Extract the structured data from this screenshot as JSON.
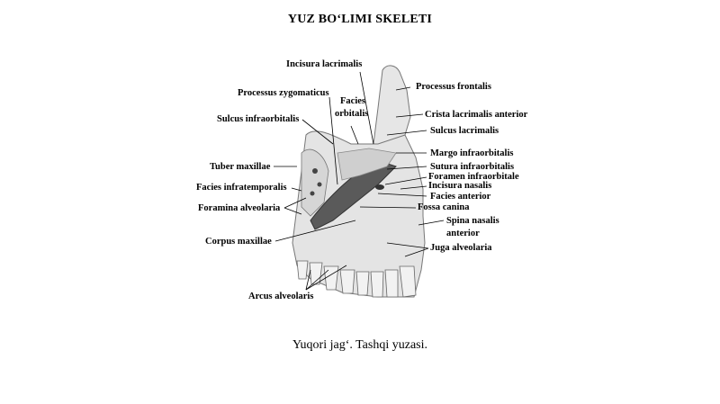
{
  "title": "YUZ BO‘LIMI SKELETI",
  "caption": "Yuqori jag‘. Tashqi yuzasi.",
  "labels": {
    "incisura_lacrimalis": "Incisura lacrimalis",
    "processus_frontalis": "Processus frontalis",
    "processus_zygomaticus": "Processus zygomaticus",
    "facies_orbitalis_1": "Facies",
    "facies_orbitalis_2": "orbitalis",
    "sulcus_infraorbitalis": "Sulcus infraorbitalis",
    "crista_lacrimalis_anterior": "Crista lacrimalis anterior",
    "sulcus_lacrimalis": "Sulcus lacrimalis",
    "margo_infraorbitalis": "Margo infraorbitalis",
    "tuber_maxillae": "Tuber maxillae",
    "sutura_infraorbitalis": "Sutura infraorbitalis",
    "foramen_infraorbitale": "Foramen infraorbitale",
    "facies_infratemporalis": "Facies infratemporalis",
    "incisura_nasalis": "Incisura nasalis",
    "facies_anterior": "Facies anterior",
    "foramina_alveolaria": "Foramina alveolaria",
    "fossa_canina": "Fossa canina",
    "spina_nasalis_1": "Spina nasalis",
    "spina_nasalis_2": "anterior",
    "corpus_maxillae": "Corpus maxillae",
    "juga_alveolaria": "Juga alveolaria",
    "arcus_alveolaris": "Arcus alveolaris"
  }
}
